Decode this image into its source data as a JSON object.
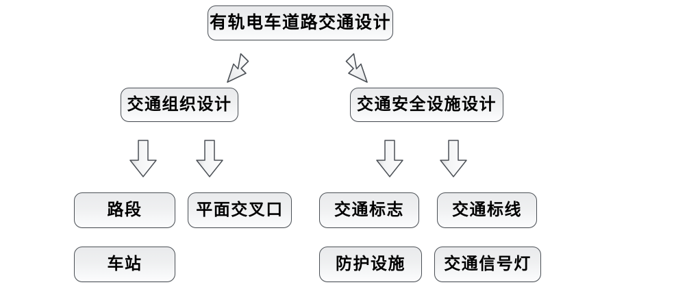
{
  "diagram": {
    "type": "flowchart",
    "title_text": "有轨电车道路交通设计",
    "background_color": "#ffffff",
    "node_border_color": "#4a4f55",
    "node_fill_color": "#eff0f1",
    "arrow_outline_color": "#4a4f55",
    "levels": [
      {
        "level": 1,
        "nodes": [
          {
            "id": "root",
            "label": "有轨电车道路交通设计"
          }
        ]
      },
      {
        "level": 2,
        "nodes": [
          {
            "id": "traffic-organization-design",
            "label": "交通组织设计"
          },
          {
            "id": "traffic-safety-facility-design",
            "label": "交通安全设施设计"
          }
        ]
      },
      {
        "level": 3,
        "nodes": [
          {
            "id": "road-section",
            "label": "路段"
          },
          {
            "id": "at-grade-intersection",
            "label": "平面交叉口"
          },
          {
            "id": "traffic-sign",
            "label": "交通标志"
          },
          {
            "id": "traffic-marking",
            "label": "交通标线"
          },
          {
            "id": "station",
            "label": "车站"
          },
          {
            "id": "protective-facility",
            "label": "防护设施"
          },
          {
            "id": "traffic-signal-light",
            "label": "交通信号灯"
          }
        ]
      }
    ],
    "connectors": [
      {
        "id": "root-to-left",
        "from": "root",
        "to": "traffic-organization-design",
        "style": "block-arrow-diagonal-down-left"
      },
      {
        "id": "root-to-right",
        "from": "root",
        "to": "traffic-safety-facility-design",
        "style": "block-arrow-diagonal-down-right"
      },
      {
        "id": "left-to-road-section",
        "from": "traffic-organization-design",
        "to": "road-section",
        "style": "block-arrow-down"
      },
      {
        "id": "left-to-intersection",
        "from": "traffic-organization-design",
        "to": "at-grade-intersection",
        "style": "block-arrow-down"
      },
      {
        "id": "right-to-sign",
        "from": "traffic-safety-facility-design",
        "to": "traffic-sign",
        "style": "block-arrow-down"
      },
      {
        "id": "right-to-marking",
        "from": "traffic-safety-facility-design",
        "to": "traffic-marking",
        "style": "block-arrow-down"
      }
    ]
  }
}
